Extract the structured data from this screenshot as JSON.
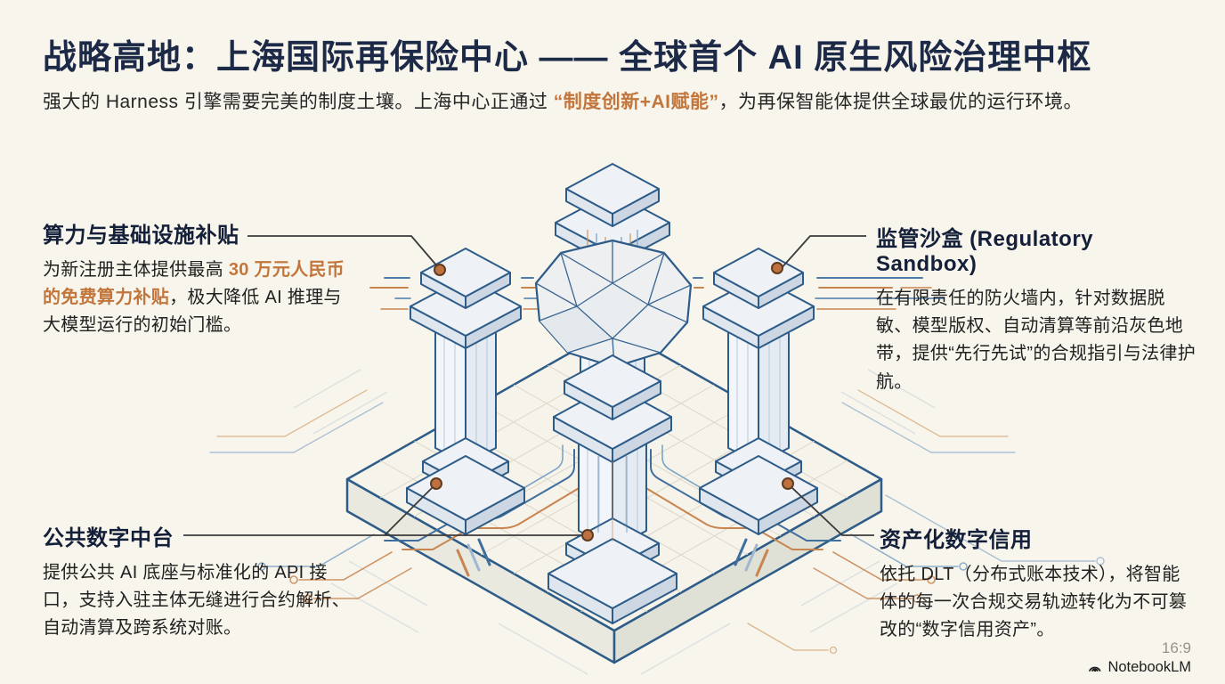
{
  "header": {
    "title": "战略高地：上海国际再保险中心 —— 全球首个 AI 原生风险治理中枢",
    "subtitle_pre": "强大的 Harness 引擎需要完美的制度土壤。上海中心正通过 ",
    "subtitle_highlight": "“制度创新+AI赋能”",
    "subtitle_post": "，为再保智能体提供全球最优的运行环境。"
  },
  "callouts": {
    "top_left": {
      "title": "算力与基础设施补贴",
      "body_pre": "为新注册主体提供最高 ",
      "body_highlight": "30 万元人民币的免费算力补贴",
      "body_post": "，极大降低 AI 推理与大模型运行的初始门槛。"
    },
    "top_right": {
      "title": "监管沙盒 (Regulatory Sandbox)",
      "body": "在有限责任的防火墙内，针对数据脱敏、模型版权、自动清算等前沿灰色地带，提供“先行先试”的合规指引与法律护航。"
    },
    "bottom_left": {
      "title": "公共数字中台",
      "body": "提供公共 AI 底座与标准化的 API 接口，支持入驻主体无缝进行合约解析、自动清算及跨系统对账。"
    },
    "bottom_right": {
      "title": "资产化数字信用",
      "body": "依托 DLT（分布式账本技术），将智能体的每一次合规交易轨迹转化为不可篡改的“数字信用资产”。"
    }
  },
  "footer": {
    "aspect_ratio": "16:9",
    "brand": "NotebookLM",
    "logo_icon": "notebooklm-arcs-logo"
  },
  "colors": {
    "background": "#f8f5ec",
    "title_navy": "#1d2a47",
    "accent_orange": "#c2763c",
    "illustration_blue": "#2e5c88",
    "trace_orange": "#c9854f",
    "connector_dark": "#3a3a3a",
    "footer_gray": "#95928c"
  }
}
